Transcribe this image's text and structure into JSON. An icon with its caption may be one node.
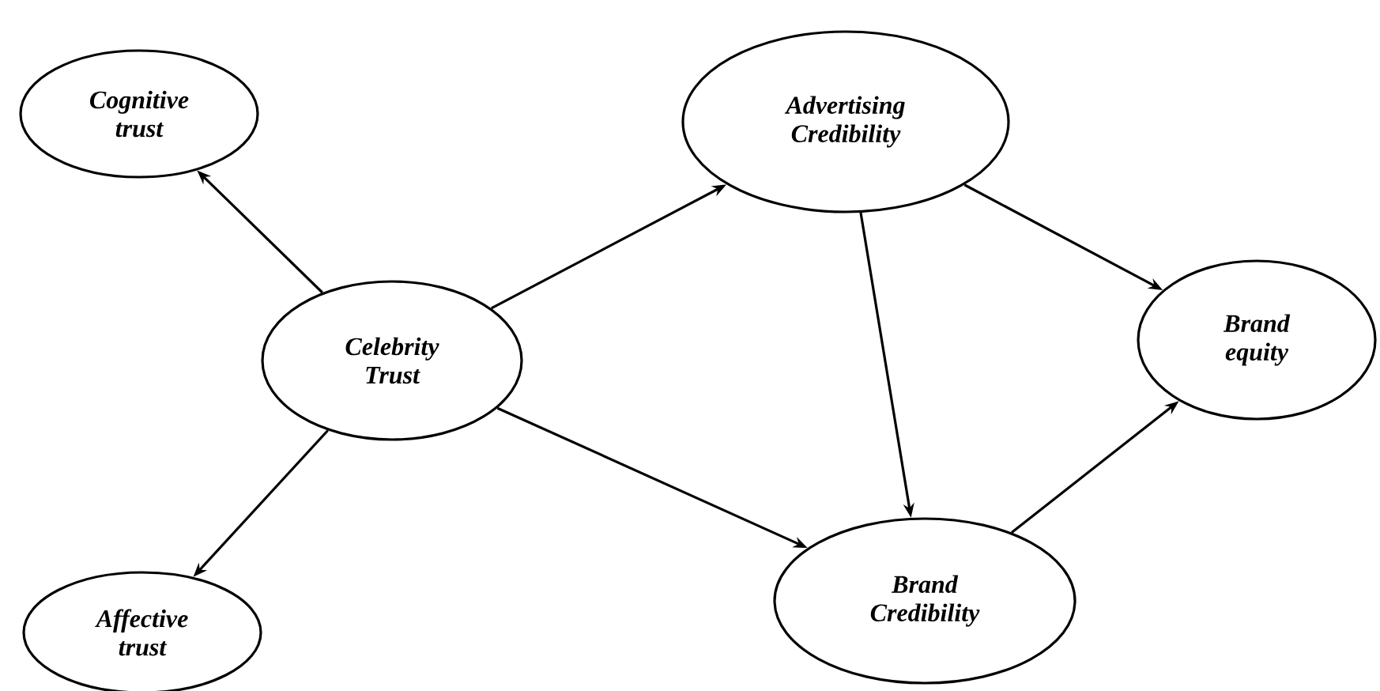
{
  "diagram": {
    "nodes": [
      {
        "text": [
          "Cognitive trust"
        ]
      },
      {
        "text": [
          "Affective trust"
        ]
      },
      {
        "text": [
          "Celebrity Trust"
        ]
      },
      {
        "text": [
          "Advertising Credibility"
        ]
      },
      {
        "text": [
          "Brand Credibility"
        ]
      },
      {
        "text": [
          "Brand equity"
        ]
      }
    ],
    "edges": [
      {
        "from": 2,
        "to": 0,
        "arrow": "to"
      },
      {
        "from": 2,
        "to": 1,
        "arrow": "to"
      },
      {
        "from": 2,
        "to": 3,
        "arrow": "to"
      },
      {
        "from": 2,
        "to": 4,
        "arrow": "to"
      },
      {
        "from": 3,
        "to": 4,
        "arrow": "to"
      },
      {
        "from": 3,
        "to": 5,
        "arrow": "to"
      },
      {
        "from": 4,
        "to": 5,
        "arrow": "to"
      }
    ]
  }
}
